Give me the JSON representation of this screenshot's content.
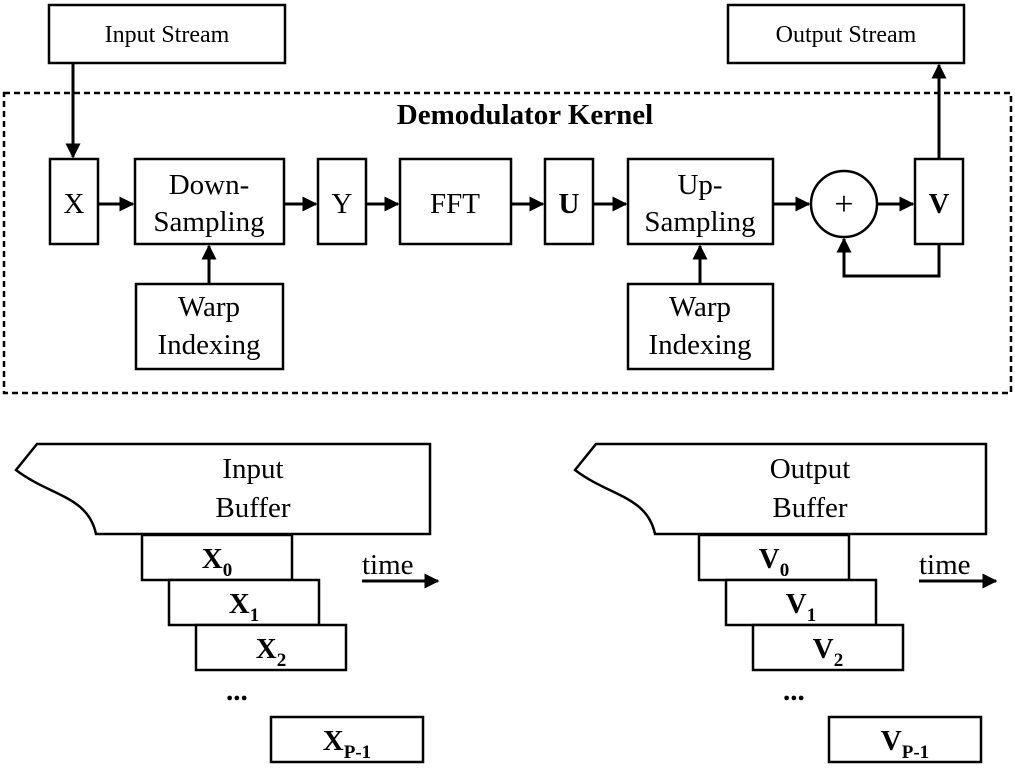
{
  "top": {
    "input_stream": "Input Stream",
    "output_stream": "Output Stream"
  },
  "kernel": {
    "title": "Demodulator Kernel",
    "x": "X",
    "downsampling_line1": "Down-",
    "downsampling_line2": "Sampling",
    "y": "Y",
    "fft": "FFT",
    "u": "U",
    "upsampling_line1": "Up-",
    "upsampling_line2": "Sampling",
    "plus": "+",
    "v": "V",
    "warp_left_line1": "Warp",
    "warp_left_line2": "Indexing",
    "warp_right_line1": "Warp",
    "warp_right_line2": "Indexing"
  },
  "input_buffer": {
    "label_line1": "Input",
    "label_line2": "Buffer",
    "time": "time",
    "items": [
      {
        "base": "X",
        "sub": "0"
      },
      {
        "base": "X",
        "sub": "1"
      },
      {
        "base": "X",
        "sub": "2"
      }
    ],
    "ellipsis": "...",
    "last": {
      "base": "X",
      "sub": "P-1"
    }
  },
  "output_buffer": {
    "label_line1": "Output",
    "label_line2": "Buffer",
    "time": "time",
    "items": [
      {
        "base": "V",
        "sub": "0"
      },
      {
        "base": "V",
        "sub": "1"
      },
      {
        "base": "V",
        "sub": "2"
      }
    ],
    "ellipsis": "...",
    "last": {
      "base": "V",
      "sub": "P-1"
    }
  }
}
